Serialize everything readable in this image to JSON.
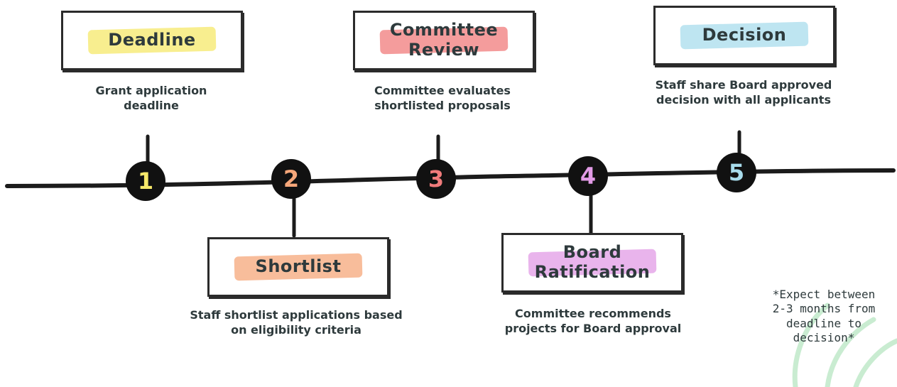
{
  "colors": {
    "ink": "#1b1b1b",
    "text": "#2e3a3c",
    "yellow": "#f6e86a",
    "orange": "#f6a77a",
    "red": "#f07b7b",
    "purple": "#e29be6",
    "blue": "#a8dcec",
    "leaf": "#c9ecd1"
  },
  "stages": [
    {
      "number": "1",
      "title": "Deadline",
      "description": "Grant application deadline",
      "color": "yellow",
      "position": "above"
    },
    {
      "number": "2",
      "title": "Shortlist",
      "description": "Staff shortlist applications based on eligibility criteria",
      "color": "orange",
      "position": "below"
    },
    {
      "number": "3",
      "title": "Committee Review",
      "description": "Committee evaluates shortlisted proposals",
      "color": "red",
      "position": "above"
    },
    {
      "number": "4",
      "title": "Board Ratification",
      "description": "Committee recommends projects for Board approval",
      "color": "purple",
      "position": "below"
    },
    {
      "number": "5",
      "title": "Decision",
      "description": "Staff share Board approved decision with all applicants",
      "color": "blue",
      "position": "above"
    }
  ],
  "note": "*Expect between 2-3 months from deadline to decision*"
}
